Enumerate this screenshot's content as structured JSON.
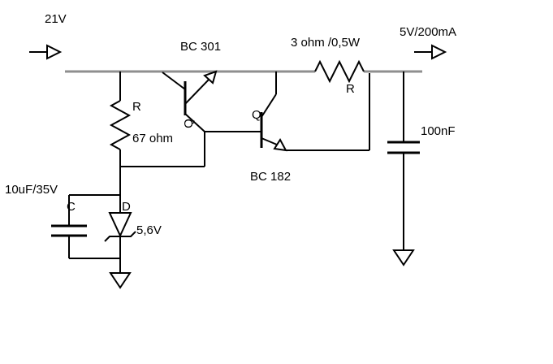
{
  "colors": {
    "background": "#ffffff",
    "rail_wire": "#8f8f8f",
    "component_wire": "#000000",
    "text": "#000000"
  },
  "labels": {
    "input_voltage": "21V",
    "output_rating": "5V/200mA",
    "transistor_top": "BC 301",
    "transistor_bottom": "BC 182",
    "series_resistor_value": "3 ohm /0,5W",
    "series_resistor_ref": "R",
    "bias_resistor_ref": "R",
    "bias_resistor_value": "67 ohm",
    "q_top": "Q",
    "q_bottom": "Q",
    "output_cap_value": "100nF",
    "input_cap_value": "10uF/35V",
    "input_cap_ref": "C",
    "zener_ref": "D",
    "zener_value": "5,6V"
  }
}
